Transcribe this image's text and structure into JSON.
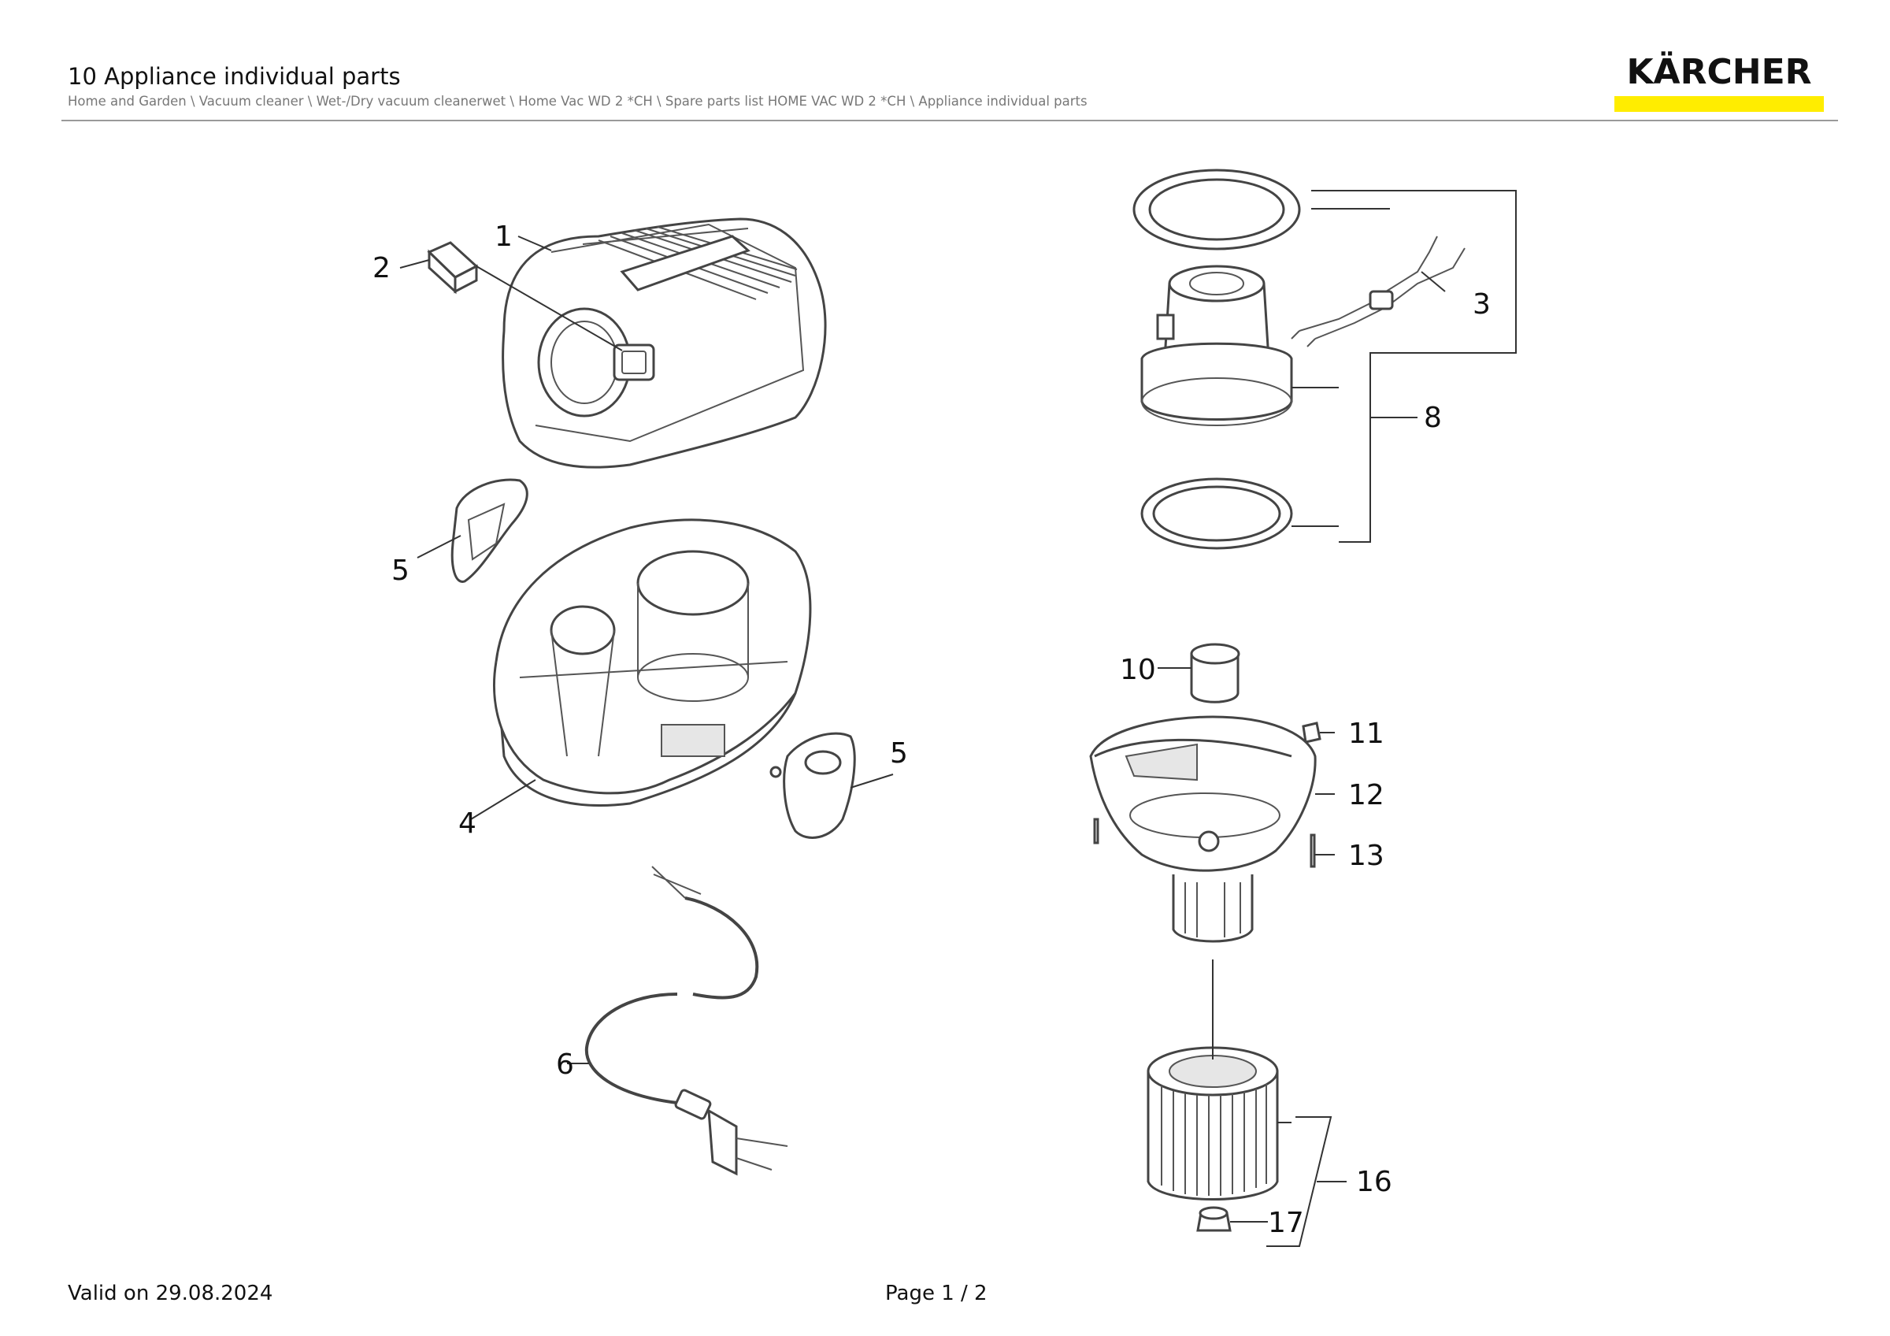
{
  "header": {
    "title": "10 Appliance individual parts",
    "breadcrumb": "Home and Garden \\ Vacuum cleaner \\ Wet-/Dry vacuum cleanerwet \\ Home Vac WD 2 *CH \\ Spare parts list HOME VAC WD 2 *CH \\ Appliance individual parts",
    "logo_text": "KÄRCHER",
    "logo_accent_color": "#ffed00"
  },
  "diagram": {
    "callouts": [
      "1",
      "2",
      "3",
      "4",
      "5",
      "5",
      "6",
      "8",
      "10",
      "11",
      "12",
      "13",
      "16",
      "17"
    ]
  },
  "footer": {
    "valid_on": "Valid on 29.08.2024",
    "page": "Page 1 / 2"
  }
}
